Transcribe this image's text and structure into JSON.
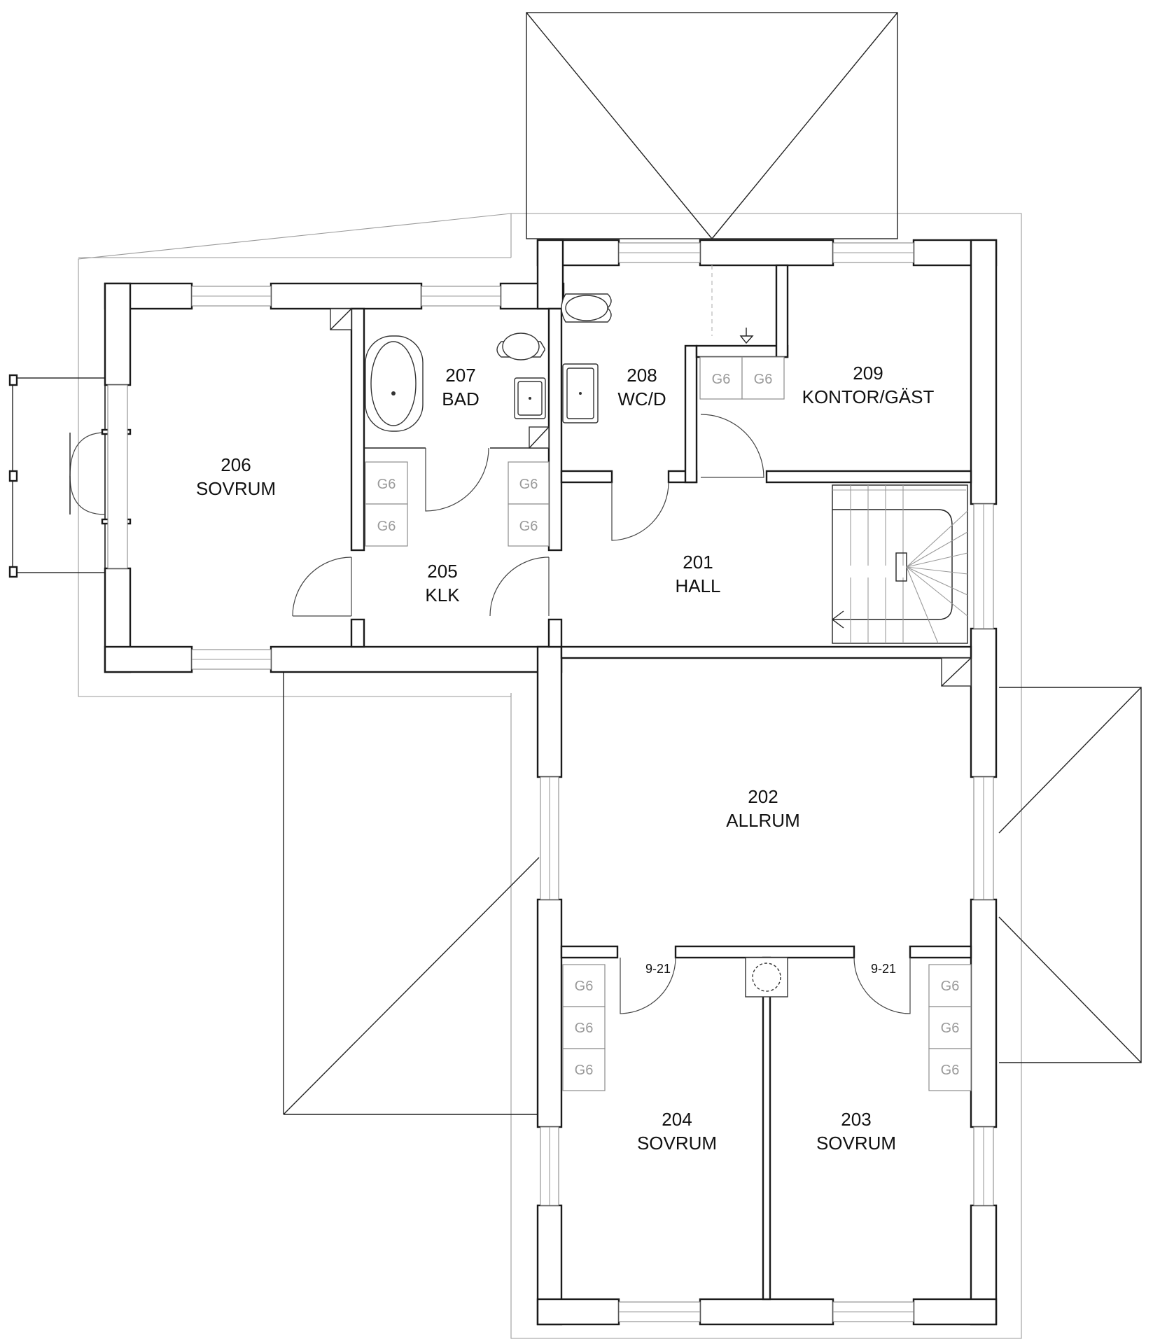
{
  "rooms": [
    {
      "id": "r201",
      "number": "201",
      "name": "HALL"
    },
    {
      "id": "r202",
      "number": "202",
      "name": "ALLRUM"
    },
    {
      "id": "r203",
      "number": "203",
      "name": "SOVRUM"
    },
    {
      "id": "r204",
      "number": "204",
      "name": "SOVRUM"
    },
    {
      "id": "r205",
      "number": "205",
      "name": "KLK"
    },
    {
      "id": "r206",
      "number": "206",
      "name": "SOVRUM"
    },
    {
      "id": "r207",
      "number": "207",
      "name": "BAD"
    },
    {
      "id": "r208",
      "number": "208",
      "name": "WC/D"
    },
    {
      "id": "r209",
      "number": "209",
      "name": "KONTOR/GÄST"
    }
  ],
  "wardrobe_label": "G6",
  "door_tags": {
    "left": "9-21",
    "right": "9-21"
  }
}
